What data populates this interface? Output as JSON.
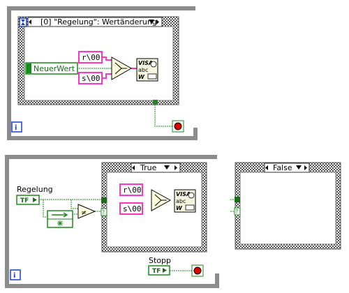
{
  "top_panel": {
    "case_selector": "[0] \"Regelung\": Wertänderung",
    "hourglass_icon": "hourglass-icon",
    "control_label": "NeuerWert",
    "const_r": "r\\00",
    "const_s": "s\\00",
    "visa_l1": "VISA",
    "visa_l2": "abc",
    "visa_l3": "W",
    "iter": "i"
  },
  "bottom_panel": {
    "regelung_label": "Regelung",
    "regelung_tf": "TF",
    "neq": "≠",
    "case_true": "True",
    "const_r": "r\\00",
    "const_s": "s\\00",
    "visa_l1": "VISA",
    "visa_l2": "abc",
    "visa_l3": "W",
    "stopp_label": "Stopp",
    "stopp_tf": "TF",
    "iter": "i"
  },
  "false_case": {
    "label": "False"
  },
  "colors": {
    "loop_border": "#8c8c8c",
    "string_wire": "#ff33cc",
    "bool_wire": "#1a8a1a",
    "refnum_wire": "#008080",
    "iteration_blue": "#1a3fd0"
  }
}
